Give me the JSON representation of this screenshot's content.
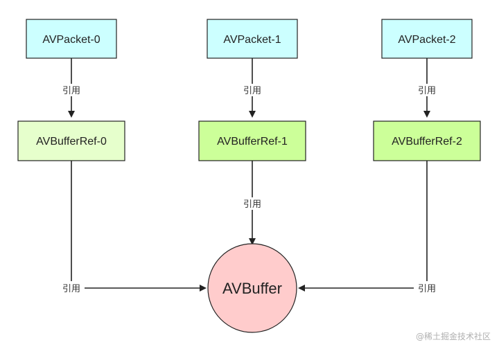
{
  "packets": [
    {
      "label": "AVPacket-0"
    },
    {
      "label": "AVPacket-1"
    },
    {
      "label": "AVPacket-2"
    }
  ],
  "refs": [
    {
      "label": "AVBufferRef-0"
    },
    {
      "label": "AVBufferRef-1"
    },
    {
      "label": "AVBufferRef-2"
    }
  ],
  "buffer": {
    "label": "AVBuffer"
  },
  "edge_labels": {
    "packet_to_ref": "引用",
    "ref_to_buffer": "引用"
  },
  "colors": {
    "packet_fill": "#ccffff",
    "ref0_fill": "#e6ffcc",
    "ref_fill": "#ccff99",
    "buffer_fill": "#ffcccc",
    "stroke": "#222222"
  },
  "watermark": "@稀土掘金技术社区"
}
